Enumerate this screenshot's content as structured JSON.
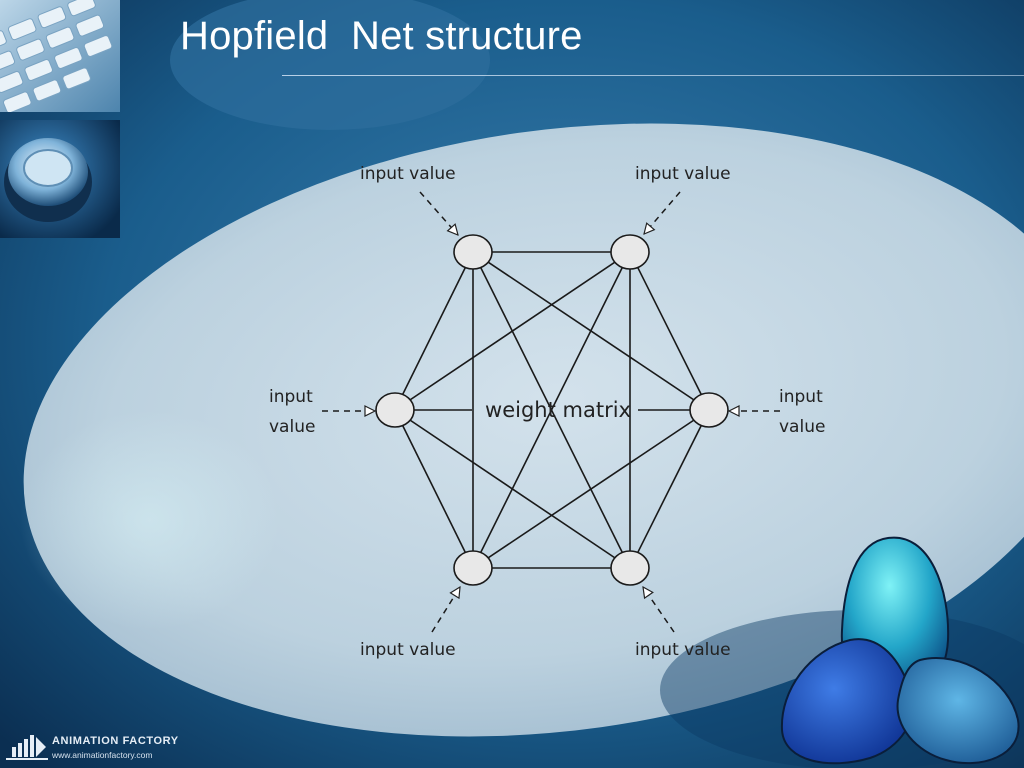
{
  "slide": {
    "title": "Hopfield  Net structure",
    "logo": {
      "name": "ANIMATION FACTORY",
      "url": "www.animationfactory.com"
    }
  },
  "diagram": {
    "center_label": "weight matrix",
    "labels": {
      "top_left": "input value",
      "top_right": "input value",
      "left_line1": "input",
      "left_line2": "value",
      "right_line1": "input",
      "right_line2": "value",
      "bottom_left": "input value",
      "bottom_right": "input value"
    }
  },
  "colors": {
    "background": "#1d5a86",
    "ellipse": "#c6d9e4",
    "node_fill": "#e8e8e8",
    "line": "#1a1a1a"
  }
}
